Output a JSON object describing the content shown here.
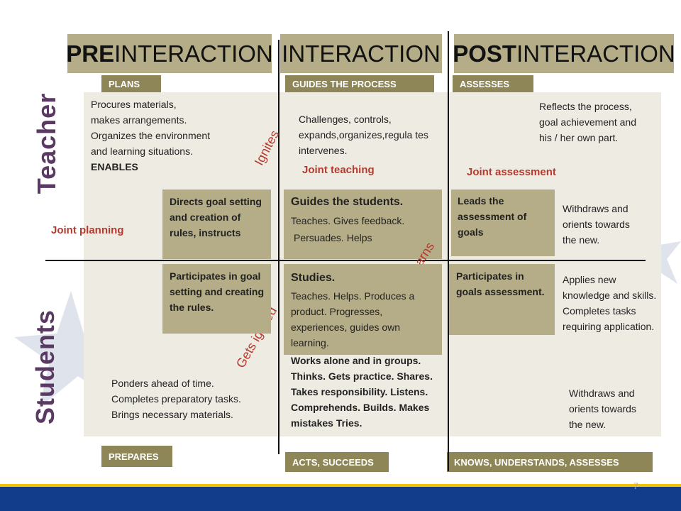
{
  "headers": {
    "pre": {
      "bold": "PRE",
      "rest": "INTERACTION"
    },
    "inter": {
      "bold": "",
      "rest": "INTERACTION"
    },
    "post": {
      "bold": "POST",
      "rest": "INTERACTION"
    }
  },
  "tags": {
    "plans": "PLANS",
    "guides": "GUIDES THE PROCESS",
    "assesses": "ASSESSES",
    "prepares": "PREPARES",
    "acts": "ACTS, SUCCEEDS",
    "knows": "KNOWS, UNDERSTANDS, ASSESSES"
  },
  "side_labels": {
    "teacher": "Teacher",
    "students": "Students"
  },
  "teacher": {
    "pre": {
      "line1": "Procures materials,",
      "line2": "makes arrangements.",
      "line3": "Organizes the environment",
      "line4": "and learning situations.",
      "enables": "ENABLES"
    },
    "pre_box": "Directs goal setting and creation of rules, instructs",
    "inter": "Challenges, controls, expands,organizes,regula tes intervenes.",
    "inter_box_title": "Guides the students.",
    "inter_box_body": "Teaches. Gives feedback.",
    "inter_box_body2": "Persuades. Helps",
    "post": "Reflects the process, goal achievement and his / her own part.",
    "post_box": "Leads the assessment of goals",
    "post_withdraws": "Withdraws and orients towards the new."
  },
  "joint": {
    "planning": "Joint planning",
    "teaching": "Joint teaching",
    "assessment": "Joint assessment"
  },
  "diagonal": {
    "ignites": "Ignites",
    "learns": "Learns",
    "gets_ignited": "Gets ignited"
  },
  "students": {
    "pre_box": "Participates in goal setting and creating the rules.",
    "pre": "Ponders ahead of time. Completes preparatory tasks. Brings necessary materials.",
    "inter_box_title": "Studies.",
    "inter_box_body": "Teaches. Helps. Produces a product. Progresses, experiences, guides own learning.",
    "inter_bold": "Works alone and in groups. Thinks. Gets practice. Shares. Takes responsibility. Listens. Comprehends. Builds. Makes mistakes Tries.",
    "post_box": "Participates in goals assessment.",
    "post_applies": "Applies new knowledge and skills. Completes tasks requiring application.",
    "post_withdraws": "Withdraws and orients towards the new."
  },
  "page_number": "7",
  "colors": {
    "header_bg": "#b5ad87",
    "tag_bg": "#8f8658",
    "panel_bg": "#eeebe3",
    "accent_red": "#b53a2e",
    "side_purple": "#5a3a63",
    "footer_blue": "#123d8b",
    "footer_gold": "#f2c200"
  }
}
